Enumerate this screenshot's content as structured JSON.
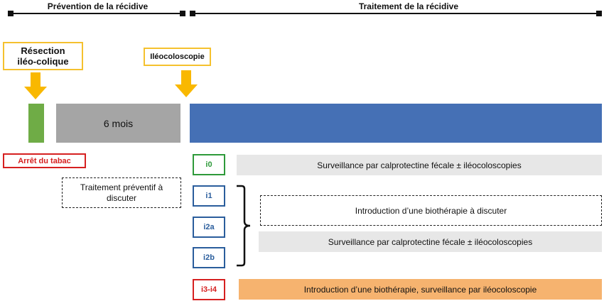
{
  "phases": {
    "prevention": "Prévention de la récidive",
    "traitement": "Traitement de la récidive"
  },
  "events": {
    "resection_line1": "Résection",
    "resection_line2": "iléo-colique",
    "ileocoloscopie": "Iléocoloscopie"
  },
  "timeline": {
    "six_months": "6 mois"
  },
  "prevention_actions": {
    "smoking": "Arrêt du tabac",
    "preventive_line1": "Traitement préventif à",
    "preventive_line2": "discuter"
  },
  "grades": [
    {
      "label": "i0",
      "color": "#2e9a3a"
    },
    {
      "label": "i1",
      "color": "#2a5d9c"
    },
    {
      "label": "i2a",
      "color": "#2a5d9c"
    },
    {
      "label": "i2b",
      "color": "#2a5d9c"
    },
    {
      "label": "i3-i4",
      "color": "#d62020"
    }
  ],
  "actions": {
    "i0": "Surveillance par calprotectine fécale ± iléocoloscopies",
    "i1_i2_biotherapy": "Introduction d’une biothérapie à discuter",
    "i1_i2_surveillance": "Surveillance par calprotectine fécale ± iléocoloscopies",
    "i3_i4": "Introduction d’une biothérapie, surveillance par iléocoloscopie"
  },
  "colors": {
    "event_border": "#f5c12e",
    "arrow": "#f9b800",
    "green_bar": "#6fac46",
    "gray_bar": "#a5a5a5",
    "blue_bar": "#4570b5",
    "light_band": "#e7e7e7",
    "orange_band": "#f6b36f",
    "red": "#d62020"
  }
}
